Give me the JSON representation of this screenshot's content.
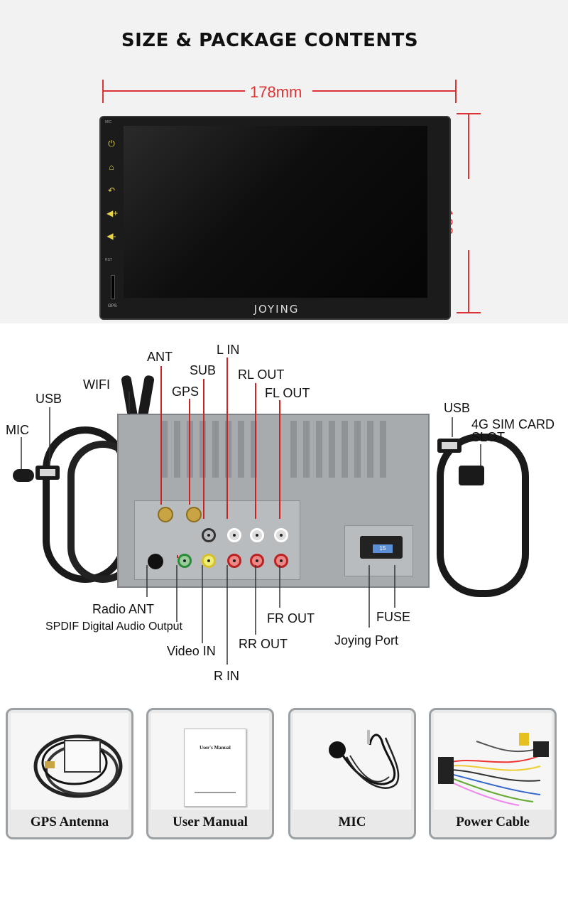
{
  "header": {
    "title": "SIZE & PACKAGE CONTENTS"
  },
  "dimensions": {
    "width": "178mm",
    "height": "102mm"
  },
  "device": {
    "brand": "JOYING",
    "side_gps": "GPS",
    "rst": "RST",
    "mic": "MIC"
  },
  "rear_labels": {
    "ant": "ANT",
    "l_in": "L IN",
    "sub": "SUB",
    "rl_out": "RL OUT",
    "wifi": "WIFI",
    "gps": "GPS",
    "fl_out": "FL OUT",
    "usb_left": "USB",
    "mic": "MIC",
    "usb_right": "USB",
    "sim_card": "4G SIM CARD",
    "slot": "SLOT",
    "radio_ant": "Radio ANT",
    "spdif": "SPDIF Digital Audio Output",
    "video_in": "Video IN",
    "r_in": "R IN",
    "fr_out": "FR OUT",
    "rr_out": "RR OUT",
    "fuse": "FUSE",
    "joying_port": "Joying Port",
    "fuse_value": "15"
  },
  "package": {
    "items": [
      {
        "label": "GPS Antenna"
      },
      {
        "label": "User Manual",
        "doc_title": "User's Manual"
      },
      {
        "label": "MIC"
      },
      {
        "label": "Power Cable"
      }
    ]
  },
  "colors": {
    "accent_red": "#d33333",
    "icon_yellow": "#e6d54a",
    "card_border": "#9aa0a4"
  }
}
